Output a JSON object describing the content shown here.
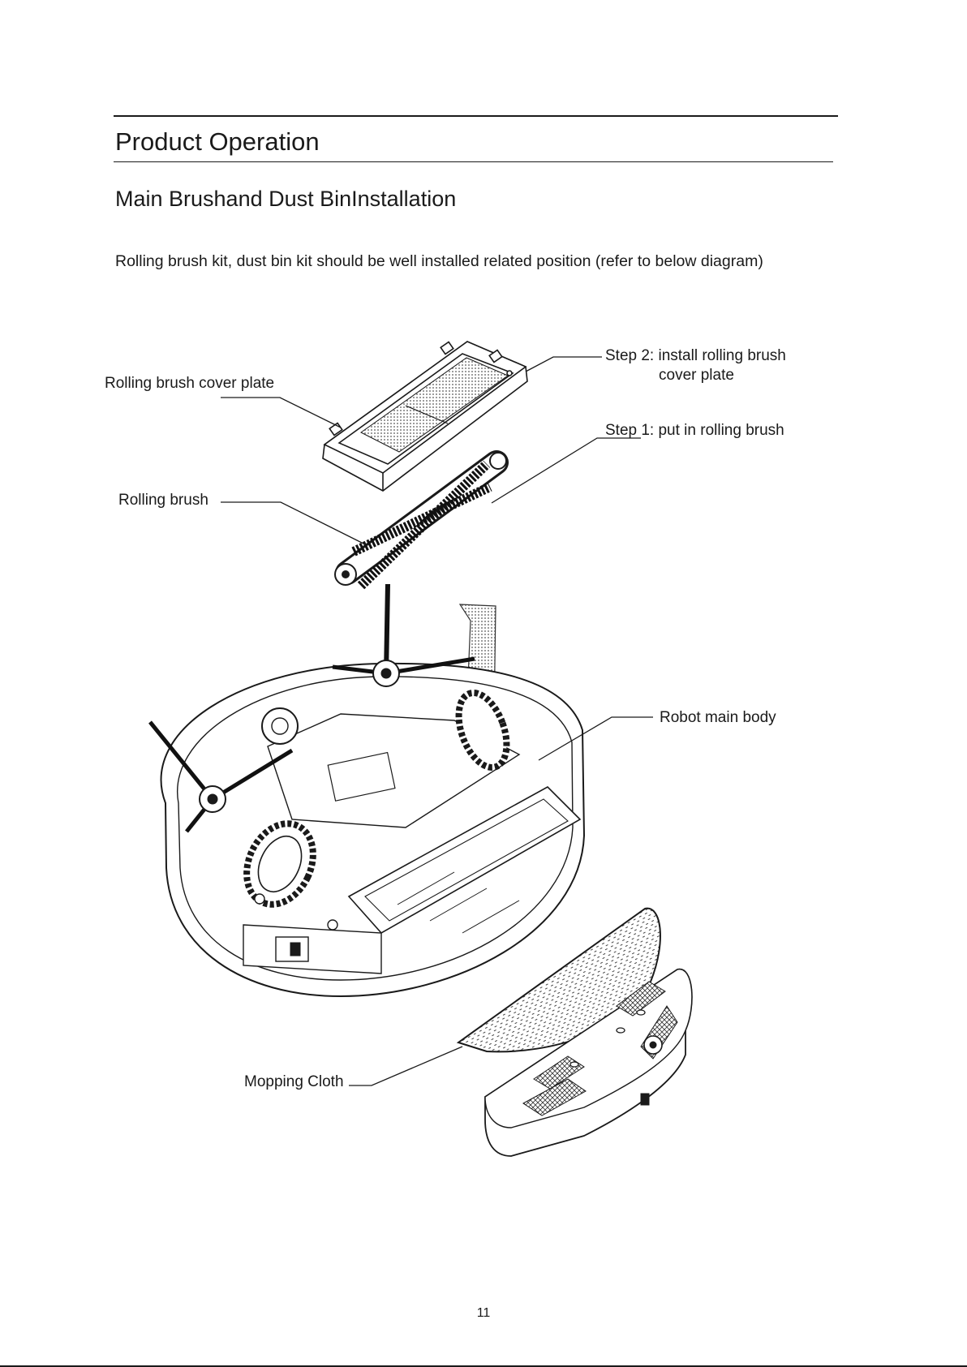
{
  "header": {
    "title": "Product Operation",
    "subtitle": "Main Brushand Dust BinInstallation"
  },
  "intro": "Rolling brush kit, dust bin kit should be well installed related position (refer to below diagram)",
  "labels": {
    "cover_plate": "Rolling brush cover plate",
    "step2_line1": "Step 2: install rolling brush",
    "step2_line2": "cover plate",
    "step1": "Step 1: put in rolling brush",
    "rolling_brush": "Rolling brush",
    "main_body": "Robot main body",
    "mopping_cloth": "Mopping Cloth"
  },
  "footer": {
    "page_number": "11"
  }
}
